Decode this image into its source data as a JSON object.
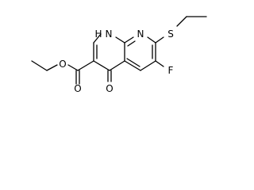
{
  "molecule": {
    "atoms": {
      "nh": "H",
      "n1": "N",
      "n8": "N",
      "s": "S",
      "f": "F",
      "o_ketone": "O",
      "o_carbonyl": "O",
      "o_ester": "O"
    }
  }
}
